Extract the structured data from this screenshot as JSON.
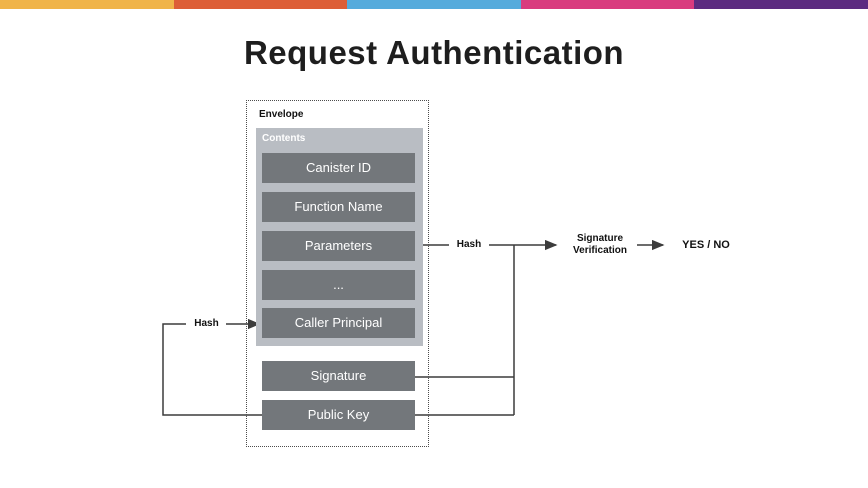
{
  "top_bar": {
    "colors": [
      "#f0b449",
      "#dd5e37",
      "#55abdc",
      "#d93b7e",
      "#5c2b80"
    ]
  },
  "title": "Request Authentication",
  "diagram": {
    "envelope_label": "Envelope",
    "contents_label": "Contents",
    "content_fields": [
      "Canister ID",
      "Function Name",
      "Parameters",
      "...",
      "Caller Principal"
    ],
    "signature_label": "Signature",
    "public_key_label": "Public Key",
    "hash_label_left": "Hash",
    "hash_label_right": "Hash",
    "verification_label_line1": "Signature",
    "verification_label_line2": "Verification",
    "result_label": "YES / NO",
    "colors": {
      "contents_bg": "#b9bdc3",
      "field_bg": "#73777b",
      "line": "#3c3c3c"
    }
  }
}
